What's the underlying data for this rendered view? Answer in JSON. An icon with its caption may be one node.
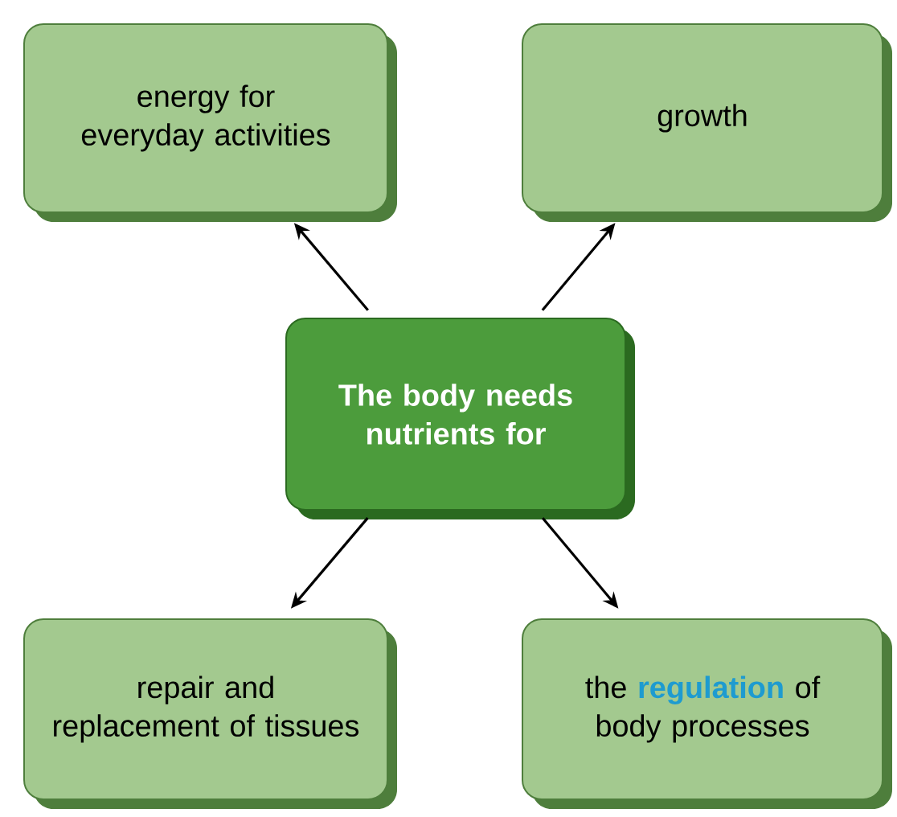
{
  "diagram": {
    "nodes": [
      {
        "text": [
          "energy for everyday activities"
        ]
      },
      {
        "text": [
          "growth"
        ]
      },
      {
        "text": [
          "The body needs nutrients for"
        ]
      },
      {
        "text": [
          "repair and replacement of tissues"
        ]
      },
      {
        "text": [
          "the **regulation** of body processes"
        ]
      }
    ],
    "edges": [
      {
        "from": 2,
        "to": 0,
        "arrow": "to"
      },
      {
        "from": 2,
        "to": 1,
        "arrow": "to"
      },
      {
        "from": 2,
        "to": 3,
        "arrow": "to"
      },
      {
        "from": 2,
        "to": 4,
        "arrow": "to"
      }
    ]
  }
}
